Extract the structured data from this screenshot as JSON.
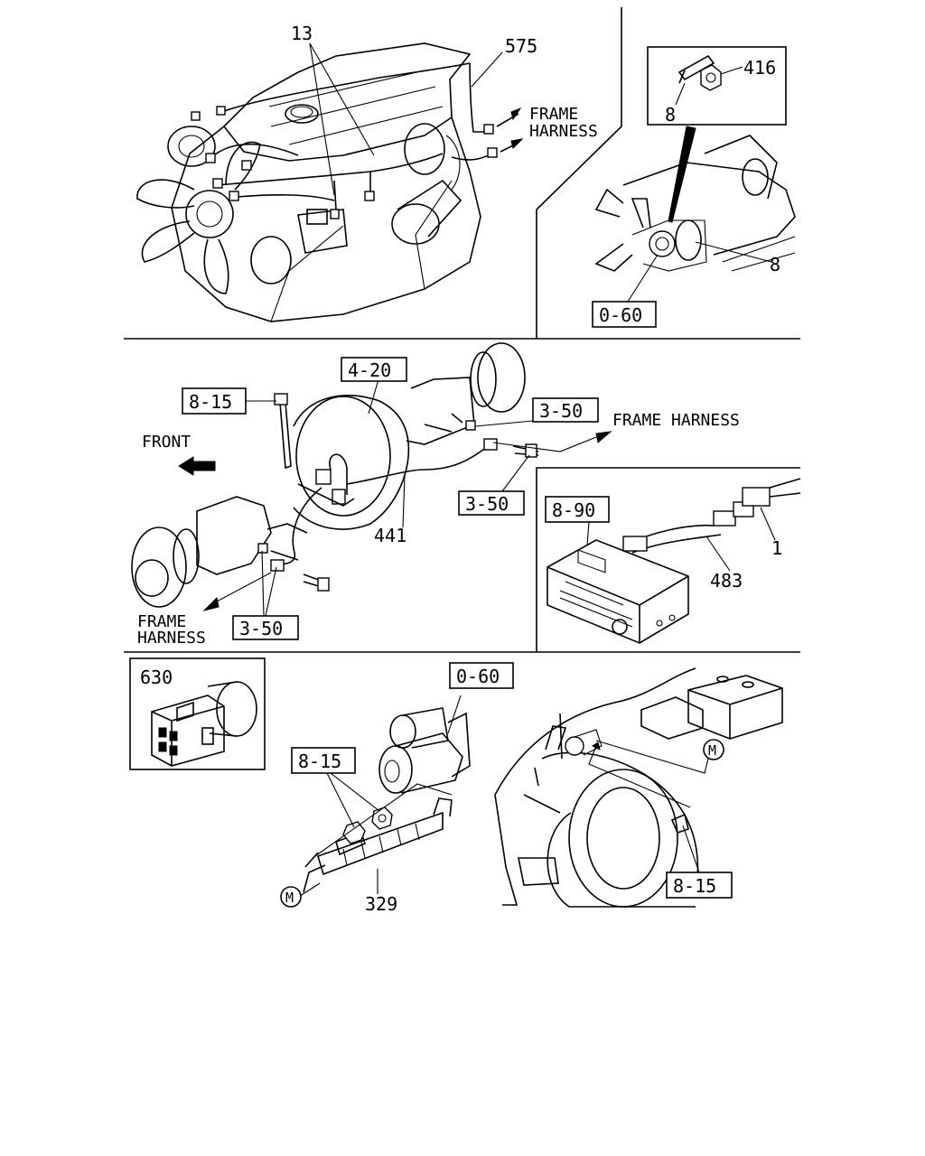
{
  "labels": {
    "p13": "13",
    "p575": "575",
    "frame_harness_top_line1": "FRAME",
    "frame_harness_top_line2": "HARNESS",
    "p416": "416",
    "p8_inset": "8",
    "p8_right": "8",
    "ref_0_60_top": "0-60",
    "ref_4_20": "4-20",
    "ref_8_15_mid": "8-15",
    "ref_3_50_a": "3-50",
    "frame_harness_mid": "FRAME HARNESS",
    "front": "FRONT",
    "ref_3_50_b": "3-50",
    "p441": "441",
    "ref_8_90": "8-90",
    "p1": "1",
    "p483": "483",
    "frame_harness_bottom_line1": "FRAME",
    "frame_harness_bottom_line2": "HARNESS",
    "ref_3_50_c": "3-50",
    "p630": "630",
    "ref_0_60_bottom": "0-60",
    "ref_8_15_bottom_left": "8-15",
    "ground_m_left": "M",
    "p329": "329",
    "ground_m_right": "M",
    "ref_8_15_bottom_right": "8-15"
  }
}
